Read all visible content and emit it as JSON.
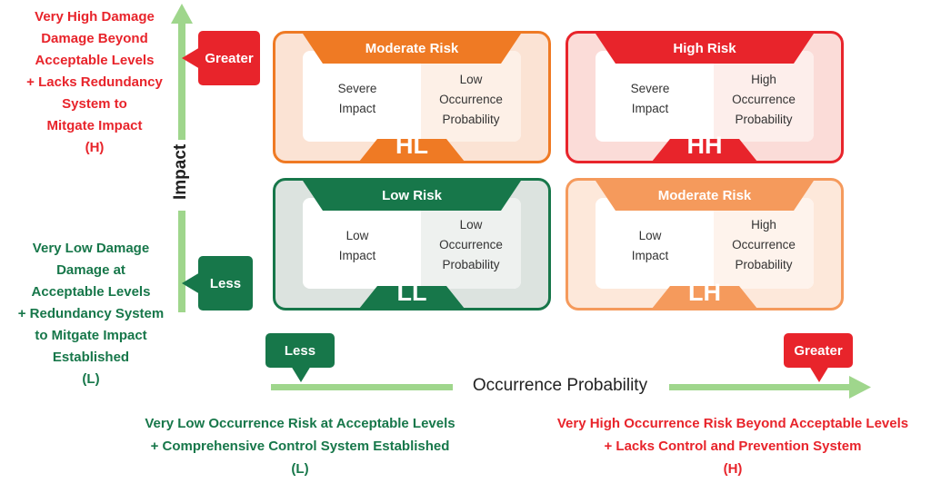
{
  "colors": {
    "axis_green": "#9fd68c",
    "red": "#e8242b",
    "dark_green": "#17774a",
    "orange": "#ef7a24",
    "light_orange": "#f59a5c"
  },
  "left_top_text": [
    "Very High Damage",
    "Damage Beyond",
    "Acceptable Levels",
    "+ Lacks Redundancy",
    "System to",
    "Mitgate Impact",
    "(H)"
  ],
  "left_bottom_text": [
    "Very Low Damage",
    "Damage at",
    "Acceptable Levels",
    "+ Redundancy System",
    "to Mitgate Impact",
    "Established",
    "(L)"
  ],
  "y_axis": {
    "label": "Impact",
    "greater_tag": "Greater",
    "less_tag": "Less"
  },
  "x_axis": {
    "label": "Occurrence Probability",
    "less_tag": "Less",
    "greater_tag": "Greater"
  },
  "bottom_left_text": [
    "Very Low Occurrence Risk at Acceptable Levels",
    "+ Comprehensive Control System Established",
    "(L)"
  ],
  "bottom_right_text": [
    "Very High Occurrence Risk Beyond Acceptable Levels",
    "+ Lacks Control and Prevention System",
    "(H)"
  ],
  "quadrants": {
    "hl": {
      "title": "Moderate Risk",
      "code": "HL",
      "impact": [
        "Severe",
        "Impact"
      ],
      "probability": [
        "Low",
        "Occurrence",
        "Probability"
      ]
    },
    "hh": {
      "title": "High Risk",
      "code": "HH",
      "impact": [
        "Severe",
        "Impact"
      ],
      "probability": [
        "High",
        "Occurrence",
        "Probability"
      ]
    },
    "ll": {
      "title": "Low Risk",
      "code": "LL",
      "impact": [
        "Low",
        "Impact"
      ],
      "probability": [
        "Low",
        "Occurrence",
        "Probability"
      ]
    },
    "lh": {
      "title": "Moderate Risk",
      "code": "LH",
      "impact": [
        "Low",
        "Impact"
      ],
      "probability": [
        "High",
        "Occurrence",
        "Probability"
      ]
    }
  }
}
